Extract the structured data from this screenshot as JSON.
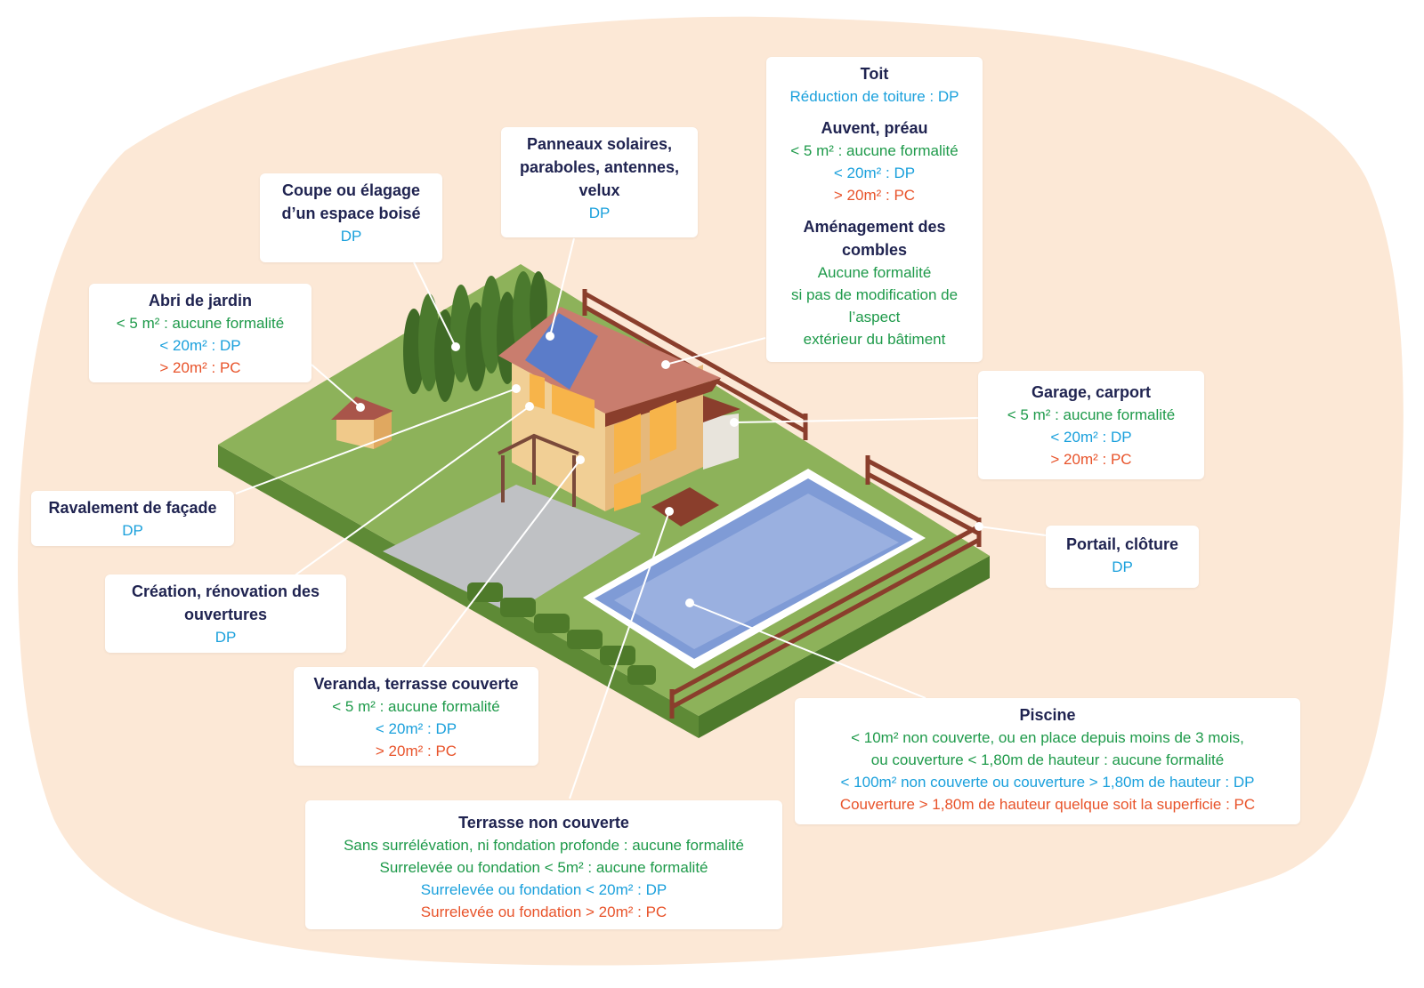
{
  "colors": {
    "background_blob": "#fce8d6",
    "title": "#1f2350",
    "no_formality": "#1e9a4a",
    "dp": "#1aa0dc",
    "pc": "#e8532a",
    "lawn": "#8db25a",
    "pool_water": "#7f9bd6"
  },
  "cards": {
    "toit": {
      "title": "Toit",
      "lines": [
        "Réduction de toiture : DP"
      ]
    },
    "auvent": {
      "title": "Auvent, préau",
      "lines": [
        "< 5 m² : aucune formalité",
        "< 20m² : DP",
        "> 20m² : PC"
      ]
    },
    "combles": {
      "title": "Aménagement des combles",
      "lines": [
        "Aucune formalité",
        "si pas de modification de",
        "l’aspect",
        "extérieur du bâtiment"
      ]
    },
    "panneaux": {
      "title": "Panneaux solaires, paraboles, antennes, velux",
      "lines": [
        "DP"
      ]
    },
    "coupe": {
      "title": "Coupe ou élagage d’un espace boisé",
      "lines": [
        "DP"
      ]
    },
    "abri": {
      "title": "Abri de jardin",
      "lines": [
        "< 5 m² : aucune formalité",
        "< 20m² : DP",
        "> 20m² : PC"
      ]
    },
    "ravalement": {
      "title": "Ravalement de façade",
      "lines": [
        "DP"
      ]
    },
    "creation": {
      "title": "Création, rénovation des ouvertures",
      "lines": [
        "DP"
      ]
    },
    "veranda": {
      "title": "Veranda, terrasse couverte",
      "lines": [
        "< 5 m² : aucune formalité",
        "< 20m² : DP",
        "> 20m² : PC"
      ]
    },
    "terrasse": {
      "title": "Terrasse non couverte",
      "lines": [
        "Sans surrélévation, ni fondation profonde : aucune formalité",
        "Surrelevée ou fondation < 5m² : aucune formalité",
        "Surrelevée ou fondation < 20m² : DP",
        "Surrelevée ou fondation > 20m² : PC"
      ]
    },
    "garage": {
      "title": "Garage, carport",
      "lines": [
        "< 5 m² : aucune formalité",
        "< 20m² : DP",
        "> 20m² : PC"
      ]
    },
    "portail": {
      "title": "Portail, clôture",
      "lines": [
        "DP"
      ]
    },
    "piscine": {
      "title": "Piscine",
      "lines": [
        "< 10m² non couverte, ou en place depuis moins de 3 mois,",
        "ou couverture  < 1,80m de hauteur : aucune formalité",
        "< 100m² non couverte ou couverture  > 1,80m de hauteur : DP",
        "Couverture > 1,80m de hauteur quelque soit la superficie : PC"
      ]
    }
  }
}
